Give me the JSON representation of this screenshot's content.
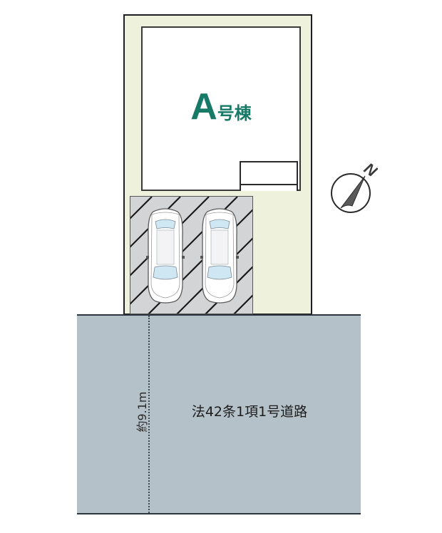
{
  "site_plan": {
    "lot": {
      "fill": "#eef2dc",
      "border": "#1e1e1e"
    },
    "house": {
      "label_letter": "A",
      "label_suffix": "号棟",
      "label_color": "#177a67"
    },
    "parking": {
      "car_count": 2,
      "fill": "#d3d4d6",
      "hatch_color": "#1a1a1a"
    },
    "road": {
      "label": "法42条1項1号道路",
      "width_label": "約9.1m",
      "fill": "#b5c1c8"
    },
    "compass": {
      "label": "N",
      "icon": "north-arrow-icon"
    }
  }
}
